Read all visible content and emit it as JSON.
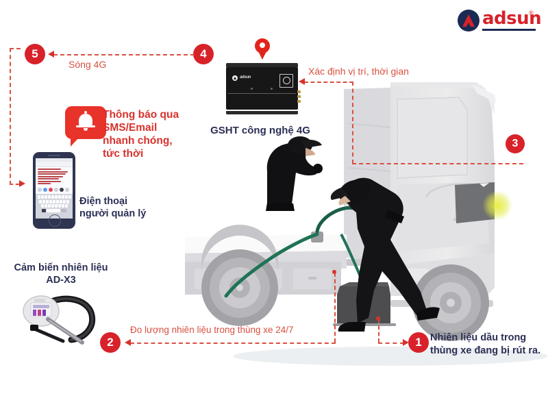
{
  "brand": {
    "logo_text": "adsun",
    "logo_registered": "®",
    "logo_icon": "adsun-triangle-logo",
    "colors": {
      "red": "#d8222a",
      "navy": "#1b2a52",
      "accent_red": "#e1251b"
    }
  },
  "steps": [
    {
      "number": "1",
      "label": "Nhiên liệu dầu trong thùng xe đang bị rút ra."
    },
    {
      "number": "2",
      "label": "Đo lượng nhiên liệu trong thùng xe 24/7"
    },
    {
      "number": "3",
      "label": ""
    },
    {
      "number": "4",
      "label": ""
    },
    {
      "number": "5",
      "label": ""
    }
  ],
  "flow_labels": {
    "signal_4g": "Sóng 4G",
    "locate_time": "Xác định vị trí, thời gian",
    "measure_fuel": "Đo lượng nhiên liệu trong thùng xe 24/7",
    "fuel_stolen": "Nhiên liệu dầu trong thùng xe đang bị rút ra."
  },
  "notification": {
    "text": "Thông báo qua SMS/Email nhanh chóng, tức thời",
    "lines": [
      "Thông báo qua",
      "SMS/Email",
      "nhanh chóng,",
      "tức thời"
    ],
    "icon": "bell-icon"
  },
  "phone": {
    "label_lines": [
      "Điện thoại",
      "người quản lý"
    ],
    "label": "Điện thoại người quản lý",
    "icon": "smartphone-sms-icon"
  },
  "sensor": {
    "title": "Cảm biến nhiên liệu",
    "model": "AD-X3",
    "icon": "fuel-level-sensor-icon"
  },
  "gps_device": {
    "label": "GSHT công nghệ 4G",
    "brand_on_device": "adsun",
    "icon": "gps-tracker-box-icon",
    "pin_icon": "map-pin-icon",
    "badge_icon": "certification-badge-icon"
  },
  "scene": {
    "truck_icon": "semi-truck-icon",
    "thief_rear_icon": "thief-figure-icon",
    "thief_front_icon": "thief-siphoning-icon",
    "jerry_can_icon": "fuel-jerry-can-icon",
    "hose_icon": "siphon-hose-icon",
    "headlight_glow_icon": "headlight-glow-icon"
  }
}
